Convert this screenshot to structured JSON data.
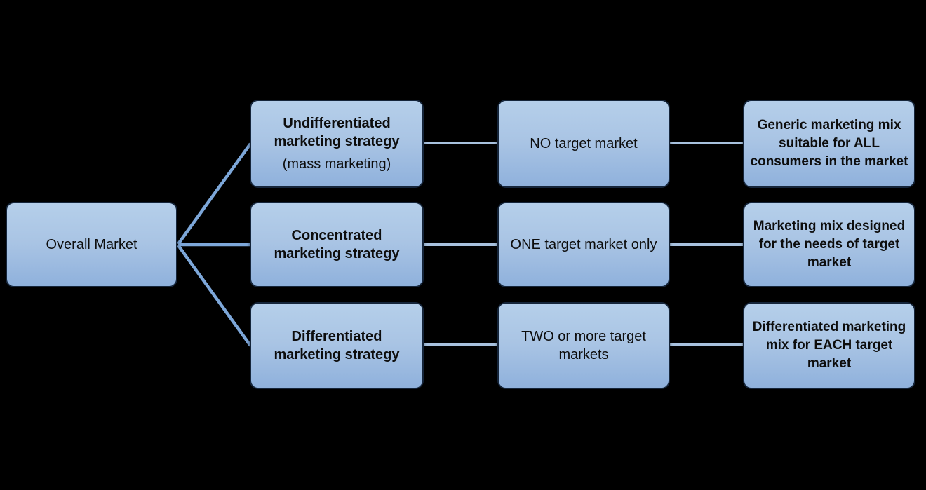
{
  "diagram": {
    "root": {
      "label": "Overall Market"
    },
    "rows": [
      {
        "strategy": "Undifferentiated marketing strategy",
        "strategy_note": "(mass marketing)",
        "target": "NO target market",
        "mix": "Generic marketing mix suitable for ALL consumers in the market"
      },
      {
        "strategy": "Concentrated marketing strategy",
        "target": "ONE target market only",
        "mix": "Marketing mix designed for the needs of target market"
      },
      {
        "strategy": "Differentiated marketing strategy",
        "target": "TWO or more target markets",
        "mix": "Differentiated marketing mix for EACH target market"
      }
    ],
    "colors": {
      "background": "#000000",
      "box_fill_top": "#b5cfea",
      "box_fill_mid": "#a9c4e4",
      "box_fill_bottom": "#8fb1dc",
      "box_border": "#15253a",
      "connector_h": "#a8c1de",
      "connector_d": "#7da7d9",
      "text": "#0d0d0d"
    }
  }
}
